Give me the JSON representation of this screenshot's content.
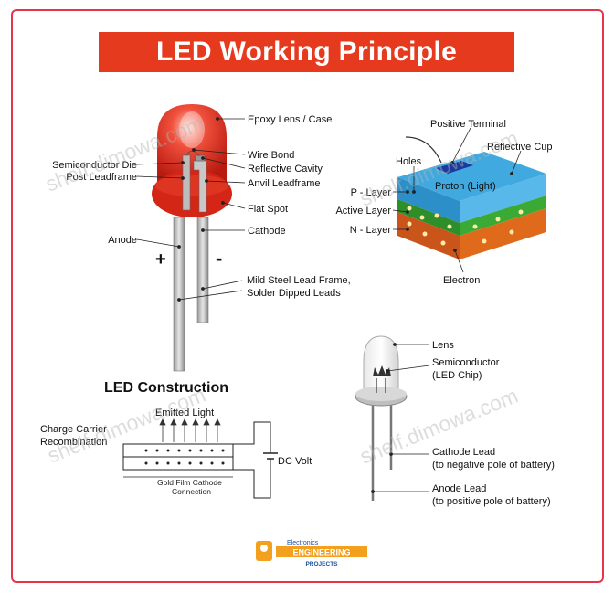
{
  "title": "LED Working Principle",
  "watermark": "shelf.dimowa.com",
  "colors": {
    "banner": "#e63a1f",
    "frame": "#e8344a",
    "led_red": "#d92a1c",
    "p_layer": "#3fa9e0",
    "active_layer": "#3aaa35",
    "n_layer": "#e06a1c"
  },
  "led_labels": {
    "epoxy": "Epoxy Lens / Case",
    "wire_bond": "Wire Bond",
    "reflective_cavity": "Reflective Cavity",
    "anvil": "Anvil Leadframe",
    "flat_spot": "Flat Spot",
    "cathode": "Cathode",
    "semiconductor_die": "Semiconductor Die",
    "post_leadframe": "Post Leadframe",
    "anode": "Anode",
    "plus": "+",
    "minus": "-",
    "steel_1": "Mild Steel Lead Frame,",
    "steel_2": "Solder Dipped Leads"
  },
  "layer_labels": {
    "positive_terminal": "Positive Terminal",
    "reflective_cup": "Reflective Cup",
    "holes": "Holes",
    "proton": "Proton (Light)",
    "p_layer": "P - Layer",
    "active_layer": "Active Layer",
    "n_layer": "N - Layer",
    "electron": "Electron"
  },
  "construction": {
    "heading": "LED Construction",
    "emitted_light": "Emitted Light",
    "charge_1": "Charge Carrier",
    "charge_2": "Recombination",
    "dc_volt": "DC Volt",
    "cathode_1": "Gold Film Cathode",
    "cathode_2": "Connection"
  },
  "bulb_labels": {
    "lens": "Lens",
    "semiconductor": "Semiconductor",
    "led_chip": "(LED Chip)",
    "cathode_lead": "Cathode Lead",
    "cathode_note": "(to negative pole of battery)",
    "anode_lead": "Anode Lead",
    "anode_note": "(to positive pole of battery)"
  },
  "logo": {
    "top": "Electronics",
    "main": "ENGINEERING",
    "bottom": "PROJECTS"
  }
}
